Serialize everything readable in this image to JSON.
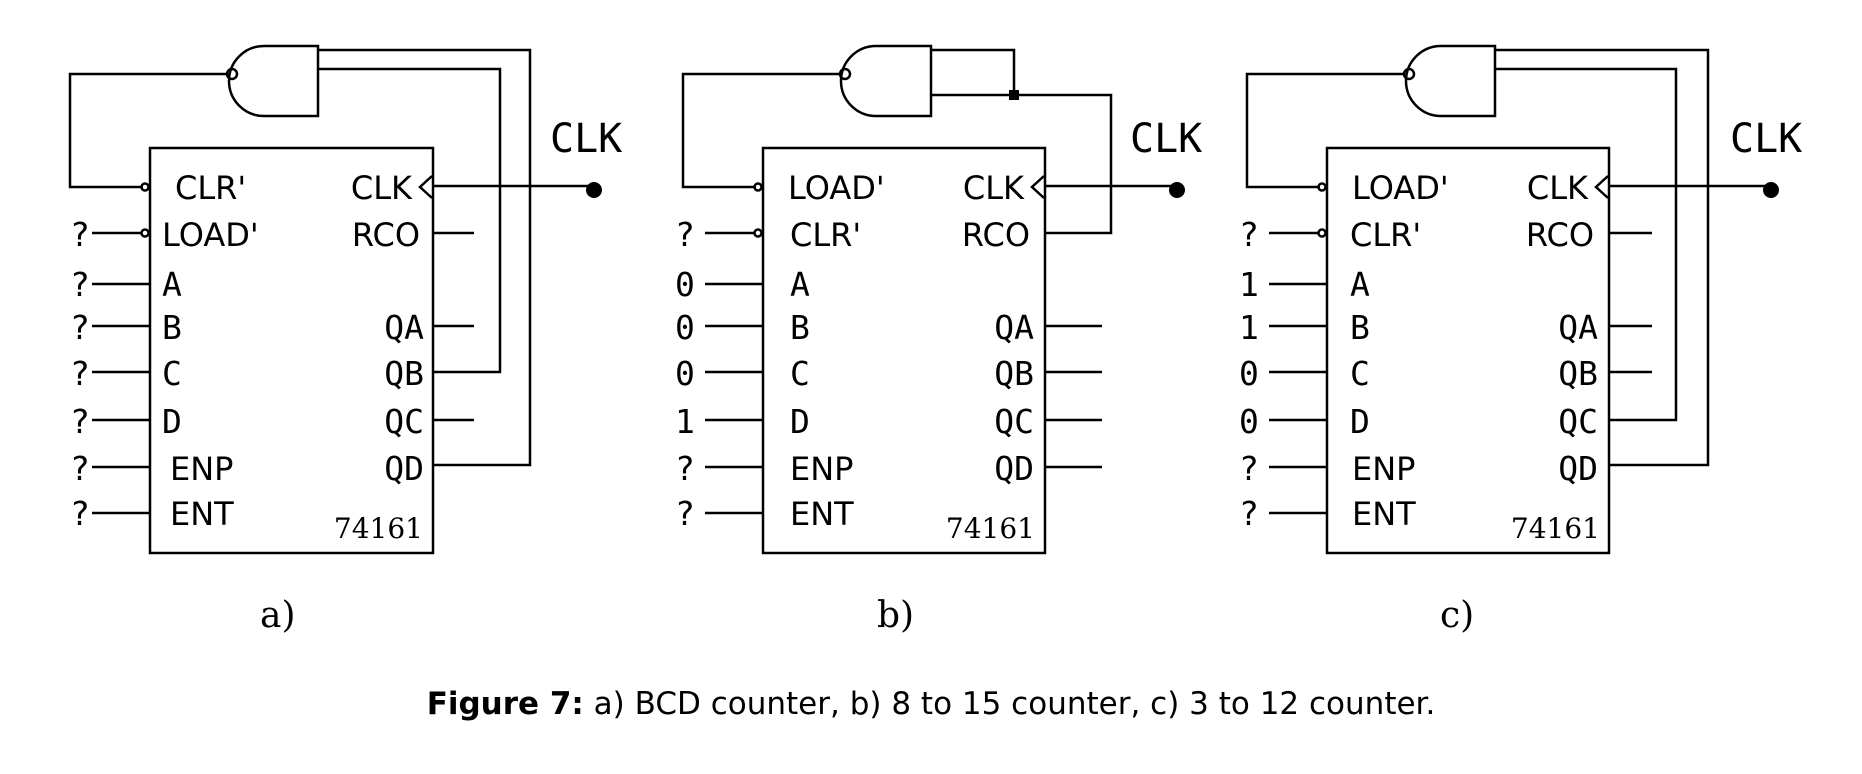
{
  "panels": [
    {
      "id": "a",
      "label": "a)",
      "part": "74161",
      "clk_label": "CLK",
      "left_pins": [
        "CLR'",
        "LOAD'",
        "A",
        "B",
        "C",
        "D",
        "ENP",
        "ENT"
      ],
      "right_pins": [
        "CLK",
        "RCO",
        "QA",
        "QB",
        "QC",
        "QD"
      ],
      "inputs": [
        "?",
        "?",
        "?",
        "?",
        "?",
        "?",
        "?"
      ]
    },
    {
      "id": "b",
      "label": "b)",
      "part": "74161",
      "clk_label": "CLK",
      "left_pins": [
        "LOAD'",
        "CLR'",
        "A",
        "B",
        "C",
        "D",
        "ENP",
        "ENT"
      ],
      "right_pins": [
        "CLK",
        "RCO",
        "QA",
        "QB",
        "QC",
        "QD"
      ],
      "inputs": [
        "?",
        "0",
        "0",
        "0",
        "1",
        "?",
        "?"
      ]
    },
    {
      "id": "c",
      "label": "c)",
      "part": "74161",
      "clk_label": "CLK",
      "left_pins": [
        "LOAD'",
        "CLR'",
        "A",
        "B",
        "C",
        "D",
        "ENP",
        "ENT"
      ],
      "right_pins": [
        "CLK",
        "RCO",
        "QA",
        "QB",
        "QC",
        "QD"
      ],
      "inputs": [
        "?",
        "1",
        "1",
        "0",
        "0",
        "?",
        "?"
      ]
    }
  ],
  "caption": {
    "prefix": "Figure 7:",
    "text": " a) BCD counter, b) 8 to 15 counter, c) 3 to 12 counter."
  }
}
